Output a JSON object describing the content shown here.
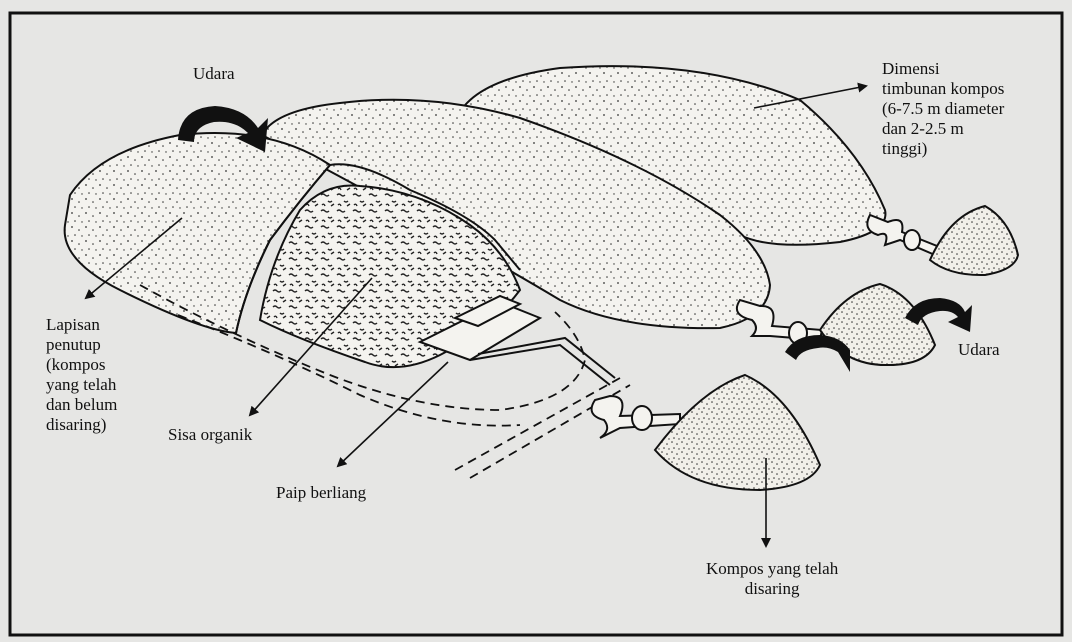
{
  "labels": {
    "udara_top": "Udara",
    "dimensi": "Dimensi\ntimbunan kompos\n(6-7.5 m diameter\ndan 2-2.5 m\ntinggi)",
    "lapisan": "Lapisan\npenutup\n(kompos\nyang telah\ndan belum\ndisaring)",
    "sisa": "Sisa organik",
    "paip": "Paip berliang",
    "udara_right": "Udara",
    "kompos": "Kompos yang telah\ndisaring"
  },
  "colors": {
    "background": "#e6e6e4",
    "frame": "#111111",
    "pile_fill": "#f4f3ef",
    "stipple": "#333333",
    "core": "#bdbcb6"
  },
  "icons": {
    "air_arrow": "curved-arrow-icon"
  }
}
